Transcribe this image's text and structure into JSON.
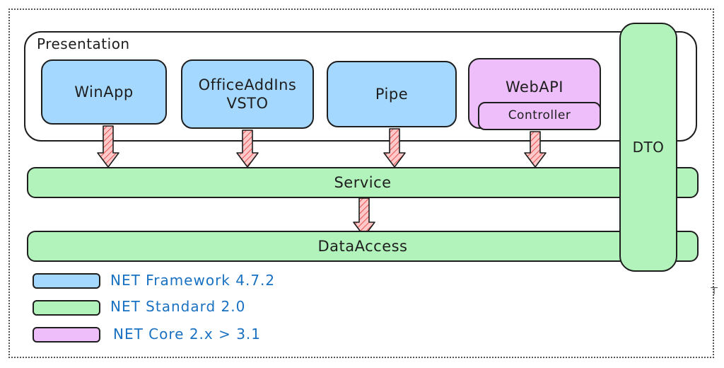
{
  "presentation": {
    "label": "Presentation"
  },
  "components": {
    "winapp": "WinApp",
    "office_line1": "OfficeAddIns",
    "office_line2": "VSTO",
    "pipe": "Pipe",
    "webapi": "WebAPI",
    "controller": "Controller"
  },
  "layers": {
    "service": "Service",
    "dataaccess": "DataAccess",
    "dto": "DTO"
  },
  "legend": [
    {
      "label": "NET Framework 4.7.2",
      "color": "#a5d8ff"
    },
    {
      "label": "NET Standard 2.0",
      "color": "#b2f2bb"
    },
    {
      "label": "NET Core 2.x > 3.1",
      "color": "#eebefa"
    }
  ],
  "colors": {
    "framework": "#a5d8ff",
    "standard": "#b2f2bb",
    "core": "#eebefa",
    "arrow_fill": "#ffc9c9",
    "arrow_hatch": "#e03131",
    "legend_text": "#1971c2"
  }
}
